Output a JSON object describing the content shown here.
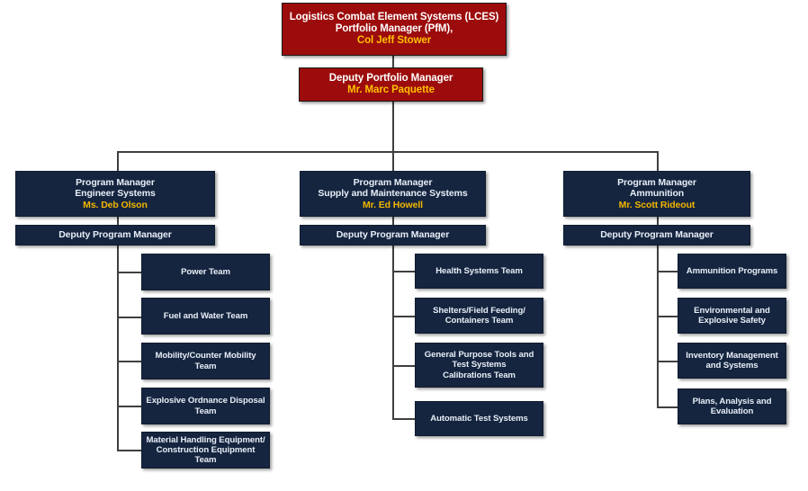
{
  "chart": {
    "title_node": {
      "org_line1": "Logistics Combat Element Systems (LCES)",
      "org_line2": "Portfolio Manager (PfM),",
      "person": "Col Jeff Stower"
    },
    "deputy_node": {
      "role": "Deputy Portfolio Manager",
      "person": "Mr. Marc Paquette"
    },
    "branches": [
      {
        "pm_role": "Program Manager",
        "pm_area": "Engineer Systems",
        "pm_person": "Ms. Deb Olson",
        "deputy_label": "Deputy Program Manager",
        "teams": [
          {
            "lines": [
              "Power Team"
            ]
          },
          {
            "lines": [
              "Fuel and Water Team"
            ]
          },
          {
            "lines": [
              "Mobility/Counter Mobility",
              "Team"
            ]
          },
          {
            "lines": [
              "Explosive Ordnance Disposal",
              "Team"
            ]
          },
          {
            "lines": [
              "Material Handling Equipment/",
              "Construction Equipment Team"
            ]
          }
        ]
      },
      {
        "pm_role": "Program Manager",
        "pm_area": "Supply and Maintenance Systems",
        "pm_person": "Mr. Ed Howell",
        "deputy_label": "Deputy Program Manager",
        "teams": [
          {
            "lines": [
              "Health  Systems Team"
            ]
          },
          {
            "lines": [
              "Shelters/Field Feeding/",
              "Containers Team"
            ]
          },
          {
            "lines": [
              "General Purpose Tools and",
              "Test Systems",
              "Calibrations Team"
            ]
          },
          {
            "lines": [
              "Automatic Test Systems"
            ]
          }
        ]
      },
      {
        "pm_role": "Program Manager",
        "pm_area": "Ammunition",
        "pm_person": "Mr. Scott Rideout",
        "deputy_label": "Deputy Program Manager",
        "teams": [
          {
            "lines": [
              "Ammunition Programs"
            ]
          },
          {
            "lines": [
              "Environmental and",
              "Explosive Safety"
            ]
          },
          {
            "lines": [
              "Inventory Management",
              "and Systems"
            ]
          },
          {
            "lines": [
              "Plans, Analysis and",
              "Evaluation"
            ]
          }
        ]
      }
    ],
    "colors": {
      "command_box": "#9c0c0c",
      "org_box": "#15253f",
      "person_text": "#ffc000",
      "connector": "#3f3f3f",
      "background": "#ffffff"
    }
  }
}
